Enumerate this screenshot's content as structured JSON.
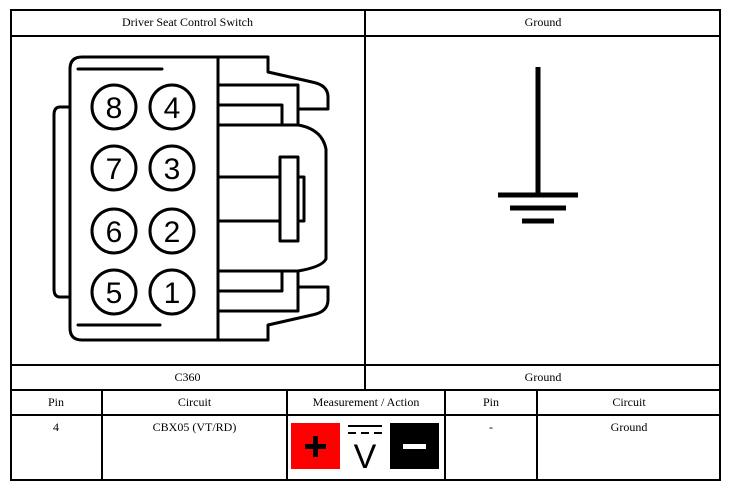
{
  "header": {
    "left_title": "Driver Seat Control Switch",
    "right_title": "Ground"
  },
  "connector": {
    "pins": [
      "8",
      "4",
      "7",
      "3",
      "6",
      "2",
      "5",
      "1"
    ]
  },
  "labels": {
    "connector_id": "C360",
    "ground_label": "Ground"
  },
  "table": {
    "columns": [
      "Pin",
      "Circuit",
      "Measurement / Action",
      "Pin",
      "Circuit"
    ],
    "row": {
      "pin_a": "4",
      "circuit_a": "CBX05 (VT/RD)",
      "pin_b": "-",
      "circuit_b": "Ground"
    }
  },
  "meter": {
    "positive_color": "#ff0000",
    "negative_color": "#000000",
    "mode_symbol": "V"
  }
}
